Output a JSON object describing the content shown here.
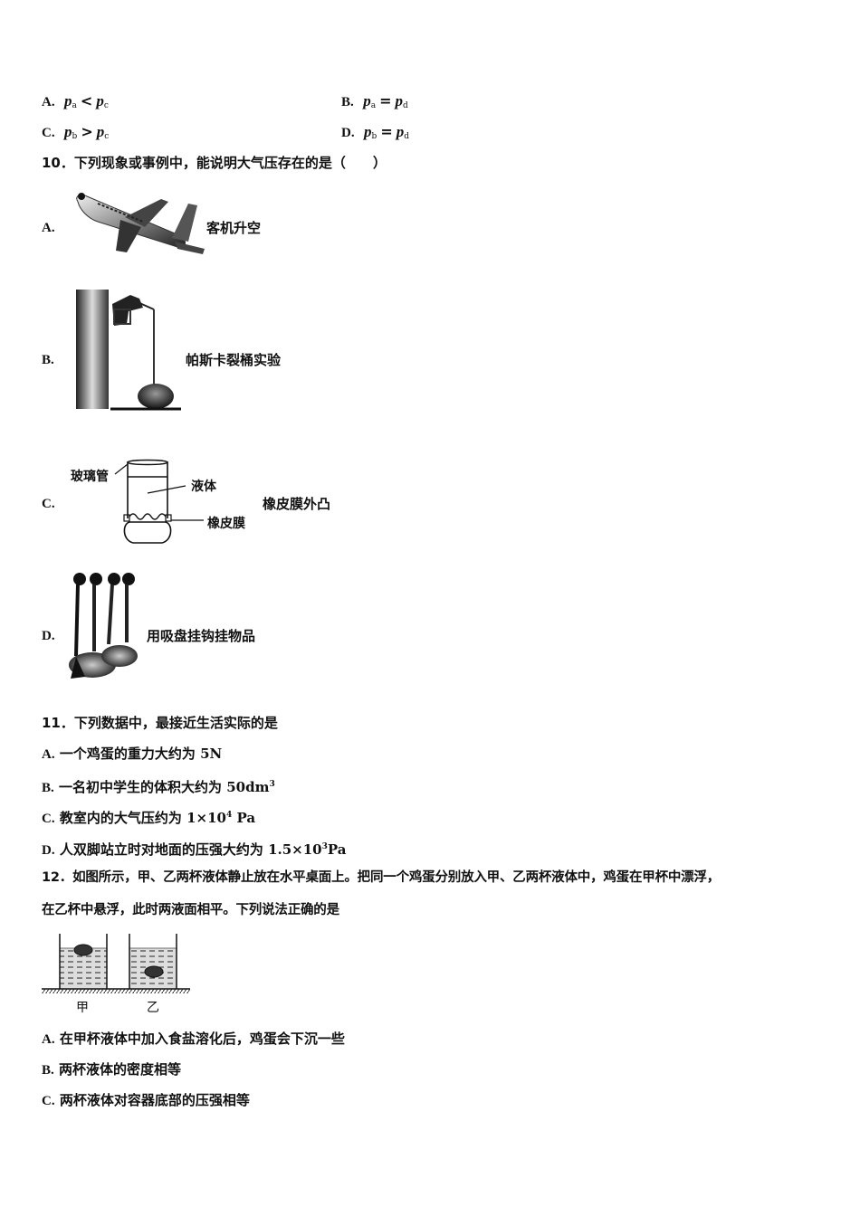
{
  "q9_options": [
    {
      "label": "A.",
      "lhs": "p",
      "lhs_sub": "a",
      "op": "<",
      "rhs": "p",
      "rhs_sub": "c"
    },
    {
      "label": "B.",
      "lhs": "p",
      "lhs_sub": "a",
      "op": "=",
      "rhs": "p",
      "rhs_sub": "d"
    },
    {
      "label": "C.",
      "lhs": "p",
      "lhs_sub": "b",
      "op": ">",
      "rhs": "p",
      "rhs_sub": "c"
    },
    {
      "label": "D.",
      "lhs": "p",
      "lhs_sub": "b",
      "op": "=",
      "rhs": "p",
      "rhs_sub": "d"
    }
  ],
  "q10": {
    "stem": "10．下列现象或事例中，能说明大气压存在的是（　　）",
    "options": [
      {
        "label": "A.",
        "text": "客机升空",
        "figure": "airplane-image"
      },
      {
        "label": "B.",
        "text": "帕斯卡裂桶实验",
        "figure": "pascal-barrel-image"
      },
      {
        "label": "C.",
        "text": "橡皮膜外凸",
        "figure": "glass-tube-diagram",
        "figure_labels": {
          "tube": "玻璃管",
          "liquid": "液体",
          "membrane": "橡皮膜"
        }
      },
      {
        "label": "D.",
        "text": "用吸盘挂钩挂物品",
        "figure": "suction-hooks-image"
      }
    ]
  },
  "q11": {
    "stem": "11．下列数据中，最接近生活实际的是",
    "options": [
      {
        "label": "A.",
        "text": "一个鸡蛋的重力大约为 ",
        "value": "5N",
        "sup": ""
      },
      {
        "label": "B.",
        "text": "一名初中学生的体积大约为 ",
        "value": "50dm",
        "sup": "3"
      },
      {
        "label": "C.",
        "text": "教室内的大气压约为 ",
        "value": "1×10",
        "sup": "4",
        "unit": " Pa"
      },
      {
        "label": "D.",
        "text": "人双脚站立时对地面的压强大约为 ",
        "value": "1.5×10",
        "sup": "3",
        "unit": "Pa"
      }
    ]
  },
  "q12": {
    "stem_line1": "12．如图所示，甲、乙两杯液体静止放在水平桌面上。把同一个鸡蛋分别放入甲、乙两杯液体中，鸡蛋在甲杯中漂浮，",
    "stem_line2": "在乙杯中悬浮，此时两液面相平。下列说法正确的是",
    "figure_labels": {
      "cup_a": "甲",
      "cup_b": "乙"
    },
    "options": [
      {
        "label": "A.",
        "text": "在甲杯液体中加入食盐溶化后，鸡蛋会下沉一些"
      },
      {
        "label": "B.",
        "text": "两杯液体的密度相等"
      },
      {
        "label": "C.",
        "text": "两杯液体对容器底部的压强相等"
      }
    ]
  }
}
